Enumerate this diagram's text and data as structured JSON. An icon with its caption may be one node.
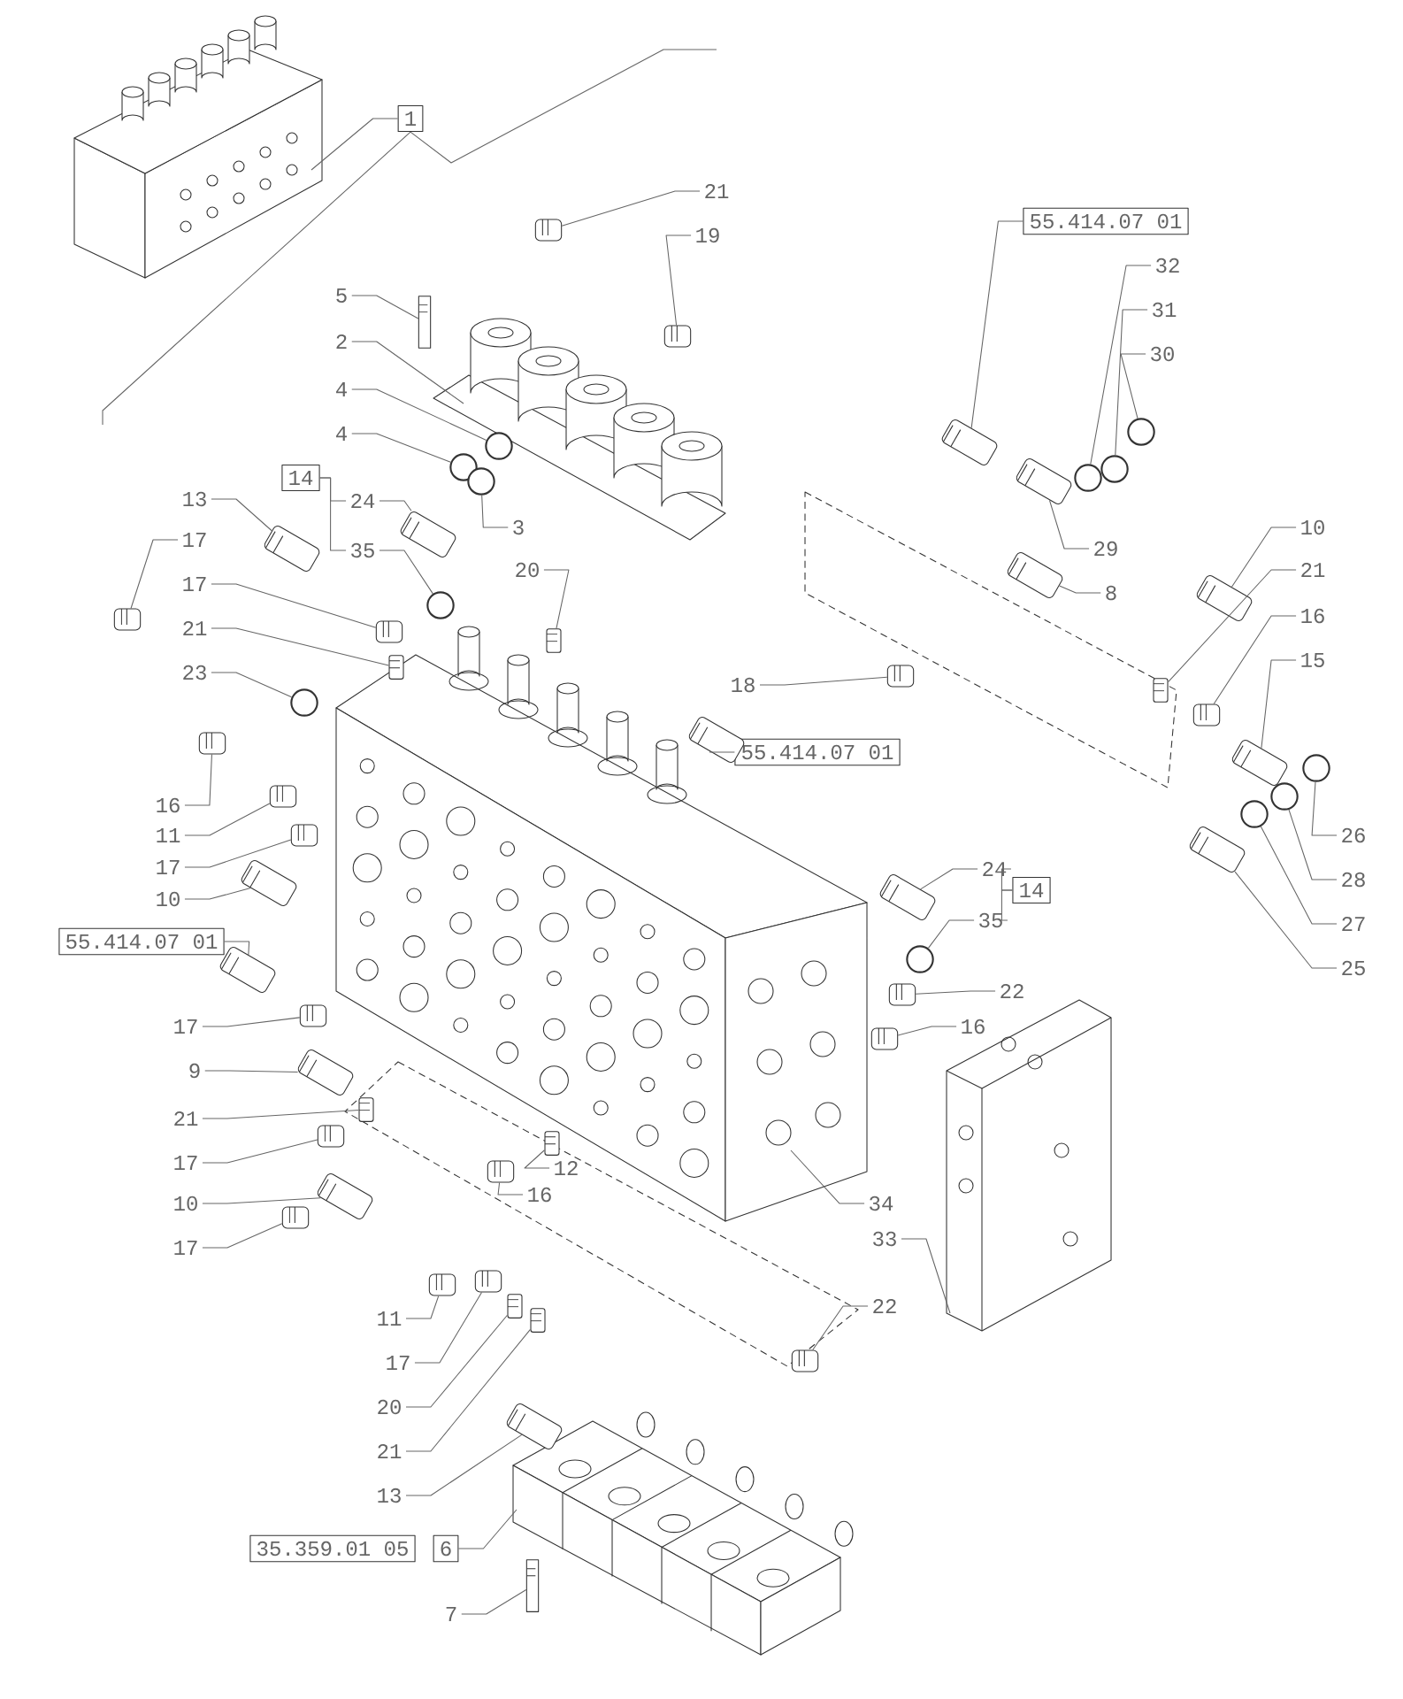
{
  "diagram": {
    "nodes": [
      {
        "text": [],
        "shape": "picture"
      },
      {
        "text": [
          "1"
        ]
      },
      {
        "text": [
          "21"
        ]
      },
      {
        "text": [
          "19"
        ]
      },
      {
        "text": [
          "55.414.07 01"
        ]
      },
      {
        "text": [
          "32"
        ]
      },
      {
        "text": [
          "5"
        ]
      },
      {
        "text": [
          "31"
        ]
      },
      {
        "text": [
          "2"
        ]
      },
      {
        "text": [
          "30"
        ]
      },
      {
        "text": [
          "4"
        ]
      },
      {
        "text": [
          "4"
        ]
      },
      {
        "text": [
          "14"
        ]
      },
      {
        "text": [
          "24"
        ]
      },
      {
        "text": [
          "13"
        ]
      },
      {
        "text": [
          "3"
        ]
      },
      {
        "text": [
          "10"
        ]
      },
      {
        "text": [
          "17"
        ]
      },
      {
        "text": [
          "29"
        ]
      },
      {
        "text": [
          "35"
        ]
      },
      {
        "text": [
          "20"
        ]
      },
      {
        "text": [
          "21"
        ]
      },
      {
        "text": [
          "17"
        ]
      },
      {
        "text": [
          "8"
        ]
      },
      {
        "text": [
          "16"
        ]
      },
      {
        "text": [
          "21"
        ]
      },
      {
        "text": [
          "15"
        ]
      },
      {
        "text": [
          "23"
        ]
      },
      {
        "text": [
          "18"
        ]
      },
      {
        "text": [
          "55.414.07 01"
        ]
      },
      {
        "text": [
          "16"
        ]
      },
      {
        "text": [
          "26"
        ]
      },
      {
        "text": [
          "11"
        ]
      },
      {
        "text": [
          "17"
        ]
      },
      {
        "text": [
          "28"
        ]
      },
      {
        "text": [
          "14"
        ]
      },
      {
        "text": [
          "24"
        ]
      },
      {
        "text": [
          "10"
        ]
      },
      {
        "text": [
          "27"
        ]
      },
      {
        "text": [
          "35"
        ]
      },
      {
        "text": [
          "55.414.07 01"
        ]
      },
      {
        "text": [
          "25"
        ]
      },
      {
        "text": [
          "22"
        ]
      },
      {
        "text": [
          "17"
        ]
      },
      {
        "text": [
          "16"
        ]
      },
      {
        "text": [
          "9"
        ]
      },
      {
        "text": [
          "21"
        ]
      },
      {
        "text": [
          "17"
        ]
      },
      {
        "text": [
          "12"
        ]
      },
      {
        "text": [
          "16"
        ]
      },
      {
        "text": [
          "10"
        ]
      },
      {
        "text": [
          "34"
        ]
      },
      {
        "text": [
          "17"
        ]
      },
      {
        "text": [
          "33"
        ]
      },
      {
        "text": [
          "22"
        ]
      },
      {
        "text": [
          "11"
        ]
      },
      {
        "text": [
          "17"
        ]
      },
      {
        "text": [
          "20"
        ]
      },
      {
        "text": [
          "21"
        ]
      },
      {
        "text": [
          "13"
        ]
      },
      {
        "text": [
          "35.359.01 05"
        ]
      },
      {
        "text": [
          "6"
        ]
      },
      {
        "text": [
          "7"
        ]
      },
      {
        "text": [],
        "shape": "picture"
      },
      {
        "text": [],
        "shape": "picture"
      },
      {
        "text": [],
        "shape": "picture"
      },
      {
        "text": [],
        "shape": "picture"
      },
      {
        "text": [],
        "shape": "picture"
      },
      {
        "text": [],
        "shape": "picture"
      },
      {
        "text": [],
        "shape": "picture"
      },
      {
        "text": [],
        "shape": "circle"
      },
      {
        "text": [],
        "shape": "picture"
      },
      {
        "text": [],
        "shape": "circle"
      },
      {
        "text": [],
        "shape": "circle"
      },
      {
        "text": [],
        "shape": "circle"
      },
      {
        "text": [],
        "shape": "circle"
      },
      {
        "text": [],
        "shape": "picture"
      },
      {
        "text": [],
        "shape": "picture"
      },
      {
        "text": [],
        "shape": "circle"
      },
      {
        "text": [],
        "shape": "picture"
      },
      {
        "text": [],
        "shape": "picture"
      },
      {
        "text": [],
        "shape": "picture"
      },
      {
        "text": [],
        "shape": "circle"
      },
      {
        "text": [],
        "shape": "picture"
      },
      {
        "text": [],
        "shape": "picture"
      },
      {
        "text": [],
        "shape": "picture"
      },
      {
        "text": [],
        "shape": "picture"
      },
      {
        "text": [],
        "shape": "picture"
      },
      {
        "text": [],
        "shape": "picture"
      },
      {
        "text": [],
        "shape": "picture"
      },
      {
        "text": [],
        "shape": "circle"
      },
      {
        "text": [],
        "shape": "picture"
      },
      {
        "text": [],
        "shape": "picture"
      },
      {
        "text": [],
        "shape": "picture"
      },
      {
        "text": [],
        "shape": "circle"
      },
      {
        "text": [],
        "shape": "picture"
      },
      {
        "text": [],
        "shape": "picture"
      },
      {
        "text": [],
        "shape": "circle"
      },
      {
        "text": [],
        "shape": "picture"
      },
      {
        "text": [],
        "shape": "picture"
      },
      {
        "text": [],
        "shape": "circle"
      },
      {
        "text": [],
        "shape": "circle"
      },
      {
        "text": [],
        "shape": "picture"
      },
      {
        "text": [],
        "shape": "picture"
      },
      {
        "text": [],
        "shape": "picture"
      },
      {
        "text": [],
        "shape": "picture"
      },
      {
        "text": [],
        "shape": "picture"
      },
      {
        "text": [],
        "shape": "picture"
      },
      {
        "text": [],
        "shape": "picture"
      },
      {
        "text": [],
        "shape": "picture"
      },
      {
        "text": [],
        "shape": "picture"
      },
      {
        "text": [],
        "shape": "picture"
      },
      {
        "text": [],
        "shape": "picture"
      },
      {
        "text": [],
        "shape": "picture"
      },
      {
        "text": [],
        "shape": "picture"
      },
      {
        "text": [],
        "shape": "picture"
      },
      {
        "text": [],
        "shape": "picture"
      },
      {
        "text": [],
        "shape": "picture"
      },
      {
        "text": [],
        "shape": "picture"
      },
      {
        "text": [],
        "shape": "picture"
      },
      {
        "text": [],
        "shape": "picture"
      }
    ],
    "edges": [
      {
        "from": 1,
        "to": 0,
        "arrow": "none"
      },
      {
        "from": 1,
        "to": null,
        "arrow": "none"
      },
      {
        "from": 1,
        "to": null,
        "arrow": "none"
      },
      {
        "from": 2,
        "to": 67,
        "arrow": "none"
      },
      {
        "from": 3,
        "to": 68,
        "arrow": "none"
      },
      {
        "from": 4,
        "to": 69,
        "arrow": "none"
      },
      {
        "from": 5,
        "to": 70,
        "arrow": "none"
      },
      {
        "from": 6,
        "to": 71,
        "arrow": "none"
      },
      {
        "from": 7,
        "to": 72,
        "arrow": "none"
      },
      {
        "from": 8,
        "to": 63,
        "arrow": "none"
      },
      {
        "from": 9,
        "to": 73,
        "arrow": "none"
      },
      {
        "from": 10,
        "to": 74,
        "arrow": "none"
      },
      {
        "from": 11,
        "to": 75,
        "arrow": "none"
      },
      {
        "from": 12,
        "to": 13,
        "arrow": "none"
      },
      {
        "from": 12,
        "to": 19,
        "arrow": "none"
      },
      {
        "from": 13,
        "to": 76,
        "arrow": "none"
      },
      {
        "from": 14,
        "to": 77,
        "arrow": "none"
      },
      {
        "from": 15,
        "to": 78,
        "arrow": "none"
      },
      {
        "from": 16,
        "to": 79,
        "arrow": "none"
      },
      {
        "from": 17,
        "to": 80,
        "arrow": "none"
      },
      {
        "from": 18,
        "to": 81,
        "arrow": "none"
      },
      {
        "from": 19,
        "to": 82,
        "arrow": "none"
      },
      {
        "from": 20,
        "to": 83,
        "arrow": "none"
      },
      {
        "from": 21,
        "to": 84,
        "arrow": "none"
      },
      {
        "from": 22,
        "to": 85,
        "arrow": "none"
      },
      {
        "from": 23,
        "to": 86,
        "arrow": "none"
      },
      {
        "from": 24,
        "to": 87,
        "arrow": "none"
      },
      {
        "from": 25,
        "to": 88,
        "arrow": "none"
      },
      {
        "from": 26,
        "to": 89,
        "arrow": "none"
      },
      {
        "from": 27,
        "to": 90,
        "arrow": "none"
      },
      {
        "from": 28,
        "to": 91,
        "arrow": "none"
      },
      {
        "from": 29,
        "to": 92,
        "arrow": "none"
      },
      {
        "from": 30,
        "to": 93,
        "arrow": "none"
      },
      {
        "from": 31,
        "to": 94,
        "arrow": "none"
      },
      {
        "from": 32,
        "to": 95,
        "arrow": "none"
      },
      {
        "from": 33,
        "to": 96,
        "arrow": "none"
      },
      {
        "from": 34,
        "to": 97,
        "arrow": "none"
      },
      {
        "from": 35,
        "to": 36,
        "arrow": "none"
      },
      {
        "from": 35,
        "to": 39,
        "arrow": "none"
      },
      {
        "from": 36,
        "to": 98,
        "arrow": "none"
      },
      {
        "from": 37,
        "to": 99,
        "arrow": "none"
      },
      {
        "from": 38,
        "to": 100,
        "arrow": "none"
      },
      {
        "from": 39,
        "to": 101,
        "arrow": "none"
      },
      {
        "from": 40,
        "to": 102,
        "arrow": "none"
      },
      {
        "from": 41,
        "to": 103,
        "arrow": "none"
      },
      {
        "from": 42,
        "to": 104,
        "arrow": "none"
      },
      {
        "from": 43,
        "to": 105,
        "arrow": "none"
      },
      {
        "from": 44,
        "to": 106,
        "arrow": "none"
      },
      {
        "from": 45,
        "to": 107,
        "arrow": "none"
      },
      {
        "from": 46,
        "to": 108,
        "arrow": "none"
      },
      {
        "from": 47,
        "to": 109,
        "arrow": "none"
      },
      {
        "from": 48,
        "to": 110,
        "arrow": "none"
      },
      {
        "from": 49,
        "to": 111,
        "arrow": "none"
      },
      {
        "from": 50,
        "to": 112,
        "arrow": "none"
      },
      {
        "from": 51,
        "to": 64,
        "arrow": "none"
      },
      {
        "from": 52,
        "to": 113,
        "arrow": "none"
      },
      {
        "from": 53,
        "to": 65,
        "arrow": "none"
      },
      {
        "from": 54,
        "to": 114,
        "arrow": "none"
      },
      {
        "from": 55,
        "to": 115,
        "arrow": "none"
      },
      {
        "from": 56,
        "to": 116,
        "arrow": "none"
      },
      {
        "from": 57,
        "to": 117,
        "arrow": "none"
      },
      {
        "from": 58,
        "to": 118,
        "arrow": "none"
      },
      {
        "from": 59,
        "to": 119,
        "arrow": "none"
      },
      {
        "from": 61,
        "to": 66,
        "arrow": "none"
      },
      {
        "from": 62,
        "to": 120,
        "arrow": "none"
      }
    ]
  }
}
